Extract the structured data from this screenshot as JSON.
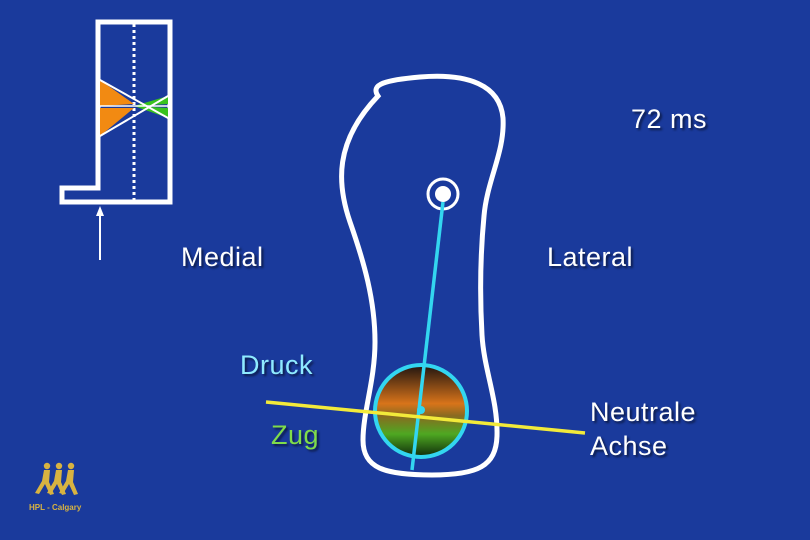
{
  "labels": {
    "time": "72 ms",
    "medial": "Medial",
    "lateral": "Lateral",
    "compression": "Druck",
    "tension": "Zug",
    "neutral_axis_line1": "Neutrale",
    "neutral_axis_line2": "Achse"
  },
  "logo": {
    "text": "HPL - Calgary",
    "icon": "running-figures-icon"
  },
  "colors": {
    "background": "#1a3a9c",
    "outline": "#ffffff",
    "compression": "#f28a12",
    "tension": "#38c21e",
    "bone_axis": "#33d6f0",
    "neutral_axis": "#f2ea3a",
    "logo": "#d8b341"
  }
}
